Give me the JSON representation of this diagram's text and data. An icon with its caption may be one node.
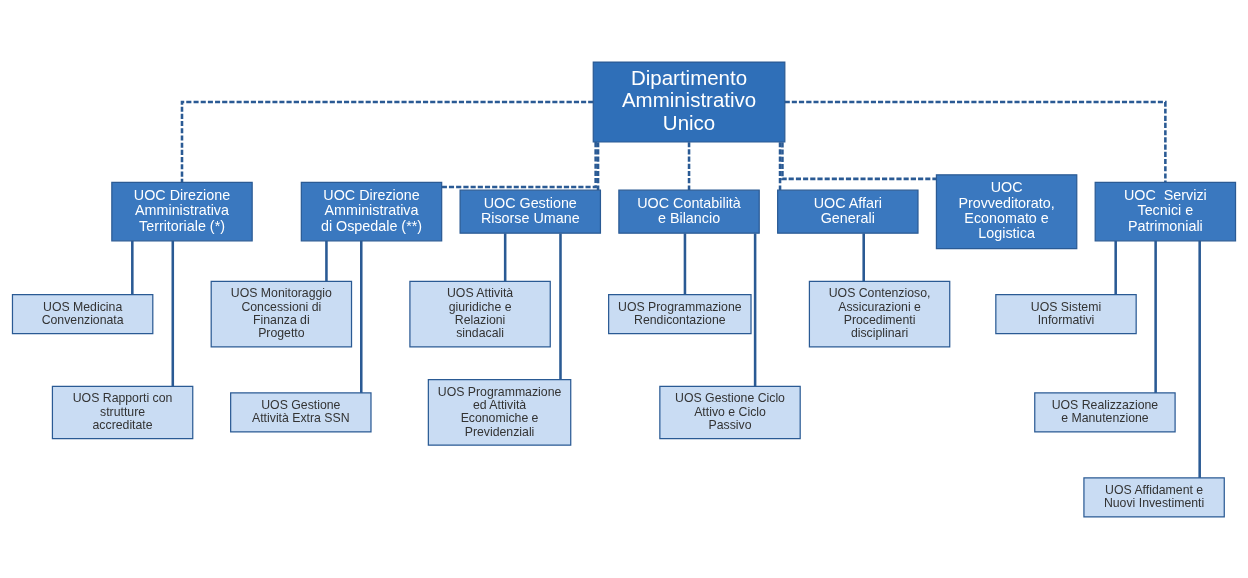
{
  "diagram": {
    "nodes": [
      {
        "text": [
          "Dipartimento Amministrativo Unico"
        ]
      },
      {
        "text": [
          "UOC Direzione Amministrativa Territoriale (*)"
        ]
      },
      {
        "text": [
          "UOC Direzione Amministrativa di Ospedale (**)"
        ]
      },
      {
        "text": [
          "UOC Gestione Risorse Umane"
        ]
      },
      {
        "text": [
          "UOC Contabilità e Bilancio"
        ]
      },
      {
        "text": [
          "UOC Affari Generali"
        ]
      },
      {
        "text": [
          "UOC Provveditorato, Economato e Logistica"
        ]
      },
      {
        "text": [
          "UOC  Servizi Tecnici e Patrimoniali"
        ]
      },
      {
        "text": [
          "UOS Medicina Convenzionata"
        ]
      },
      {
        "text": [
          "UOS Rapporti con strutture accreditate"
        ]
      },
      {
        "text": [
          "UOS Monitoraggio Concessioni di Finanza di Progetto"
        ]
      },
      {
        "text": [
          "UOS Gestione Attività Extra SSN"
        ]
      },
      {
        "text": [
          "UOS Attività giuridiche e Relazioni sindacali"
        ]
      },
      {
        "text": [
          "UOS Programmazione ed Attività Economiche e Previdenziali"
        ]
      },
      {
        "text": [
          "UOS Programmazione Rendicontazione"
        ]
      },
      {
        "text": [
          "UOS Gestione Ciclo Attivo e Ciclo Passivo"
        ]
      },
      {
        "text": [
          "UOS Contenzioso, Assicurazioni e Procedimenti disciplinari"
        ]
      },
      {
        "text": [
          "UOS Sistemi Informativi"
        ]
      },
      {
        "text": [
          "UOS Realizzazione e Manutenzione"
        ]
      },
      {
        "text": [
          "UOS Affidament e Nuovi Investimenti"
        ]
      }
    ],
    "edges": [
      {
        "from": 0,
        "to": 1,
        "arrow": "none",
        "style": "dashed"
      },
      {
        "from": 0,
        "to": 2,
        "arrow": "none",
        "style": "dashed"
      },
      {
        "from": 0,
        "to": 3,
        "arrow": "none",
        "style": "dashed"
      },
      {
        "from": 0,
        "to": 4,
        "arrow": "none",
        "style": "dashed"
      },
      {
        "from": 0,
        "to": 5,
        "arrow": "none",
        "style": "dashed"
      },
      {
        "from": 0,
        "to": 6,
        "arrow": "none",
        "style": "dashed"
      },
      {
        "from": 0,
        "to": 7,
        "arrow": "none",
        "style": "dashed"
      },
      {
        "from": 1,
        "to": 8,
        "arrow": "none"
      },
      {
        "from": 1,
        "to": 9,
        "arrow": "none"
      },
      {
        "from": 2,
        "to": 10,
        "arrow": "none"
      },
      {
        "from": 2,
        "to": 11,
        "arrow": "none"
      },
      {
        "from": 3,
        "to": 12,
        "arrow": "none"
      },
      {
        "from": 3,
        "to": 13,
        "arrow": "none"
      },
      {
        "from": 4,
        "to": 14,
        "arrow": "none"
      },
      {
        "from": 4,
        "to": 15,
        "arrow": "none"
      },
      {
        "from": 5,
        "to": 16,
        "arrow": "none"
      },
      {
        "from": 7,
        "to": 17,
        "arrow": "none"
      },
      {
        "from": 7,
        "to": 18,
        "arrow": "none"
      },
      {
        "from": 7,
        "to": 19,
        "arrow": "none"
      }
    ]
  }
}
